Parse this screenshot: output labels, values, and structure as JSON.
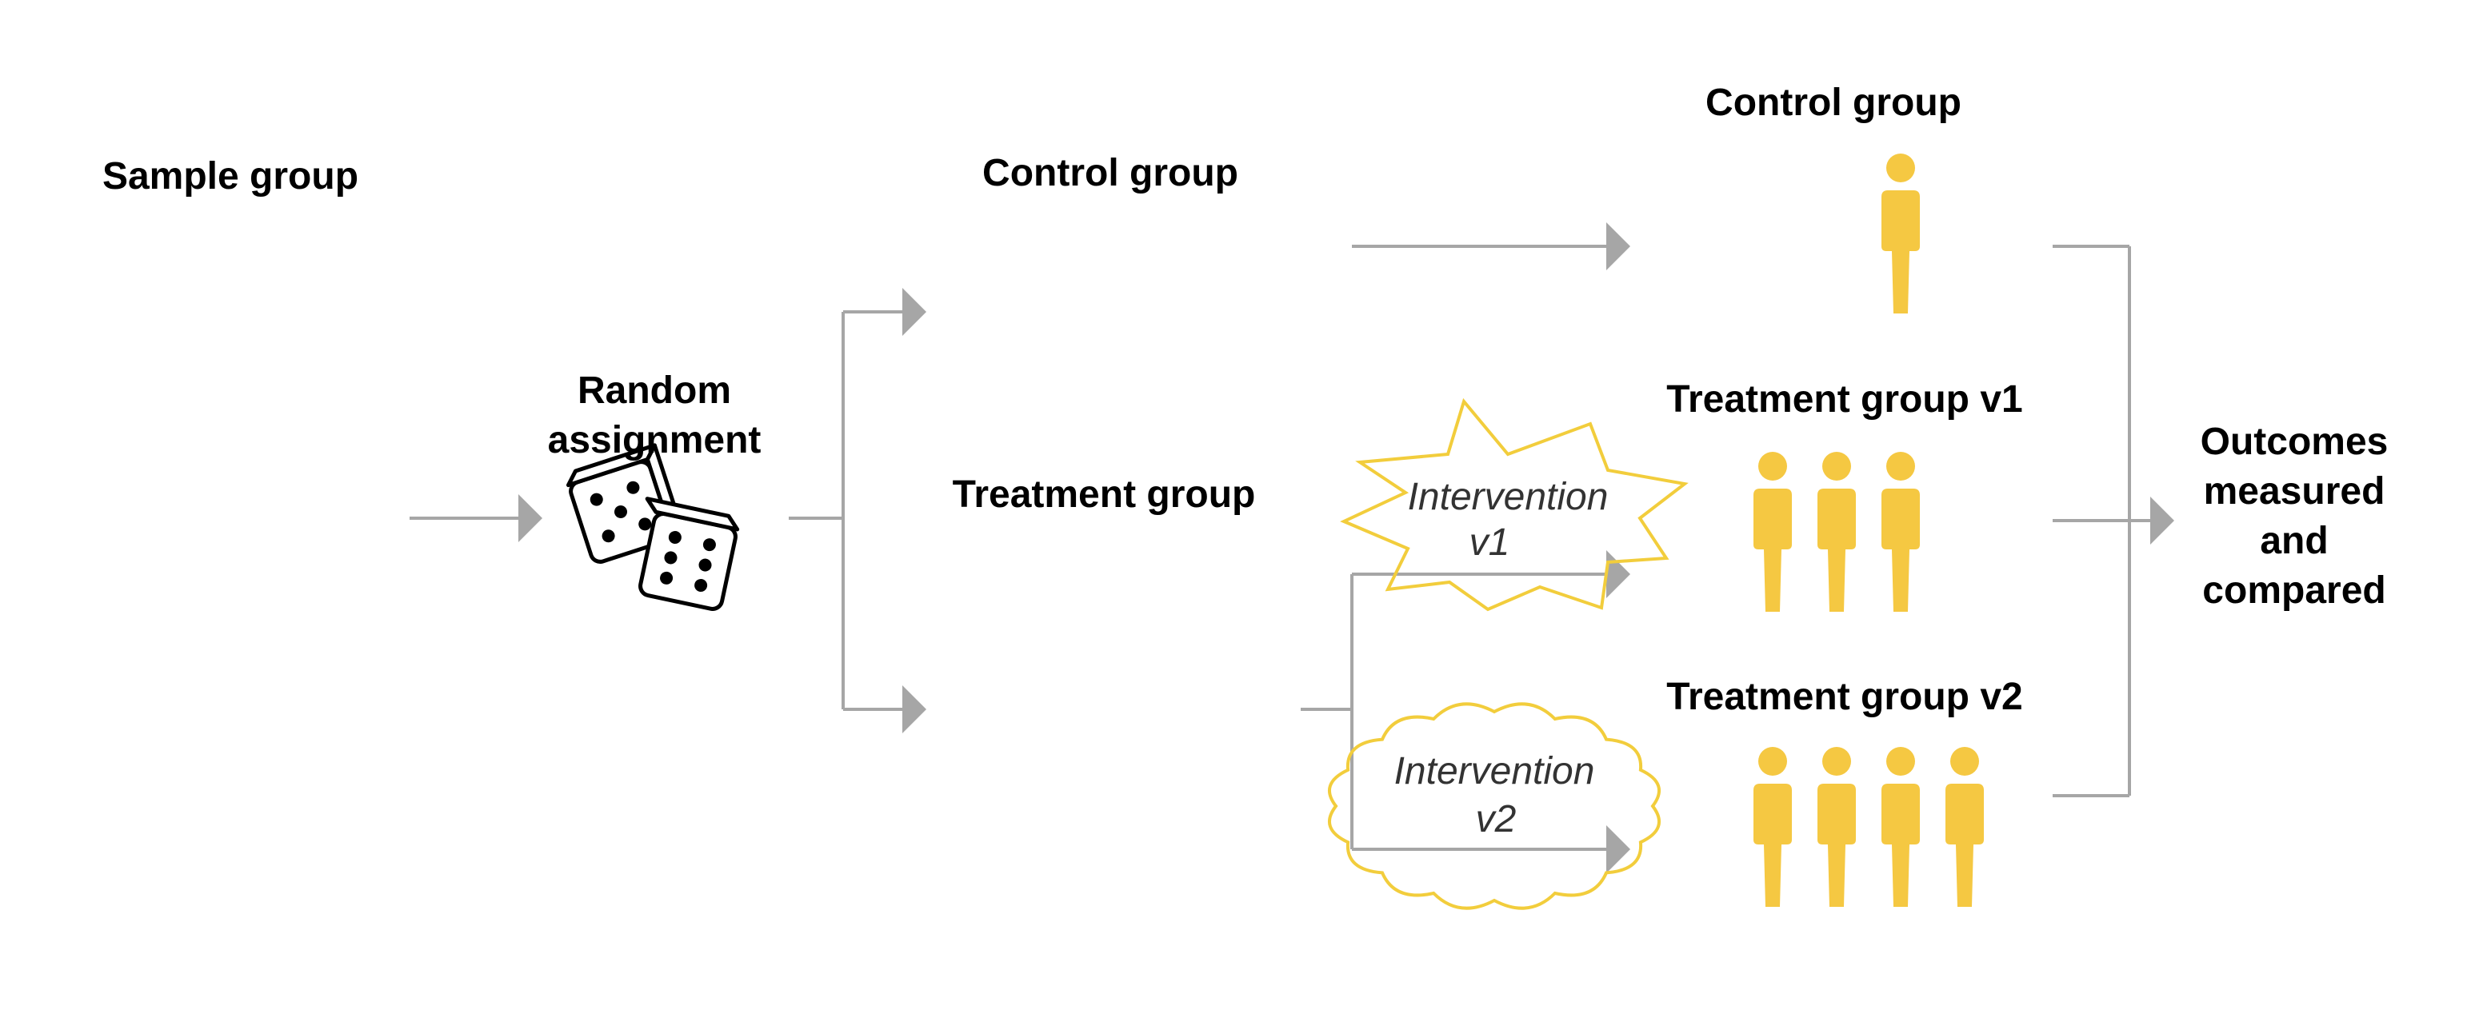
{
  "labels": {
    "sample_group": "Sample group",
    "random_assignment_line1": "Random",
    "random_assignment_line2": "assignment",
    "control_group_mid": "Control group",
    "treatment_group_mid": "Treatment group",
    "control_group_right": "Control group",
    "treatment_group_v1": "Treatment group v1",
    "treatment_group_v2": "Treatment group v2",
    "intervention_v1_line1": "Intervention",
    "intervention_v1_line2": "v1",
    "intervention_v2_line1": "Intervention",
    "intervention_v2_line2": "v2",
    "outcomes_line1": "Outcomes",
    "outcomes_line2": "measured",
    "outcomes_line3": "and",
    "outcomes_line4": "compared"
  },
  "colors": {
    "person_outline": "#000000",
    "person_empty_fill": "#ffffff",
    "person_highlight_fill": "#f5c842",
    "intervention_outline": "#f2cd3c",
    "connector": "#a6a6a6"
  },
  "groups": {
    "sample_row1": [
      false,
      false,
      false,
      false,
      false
    ],
    "sample_row2": [
      false,
      false,
      false,
      false,
      false
    ],
    "sample_row3": [
      false,
      false,
      false,
      false,
      false
    ],
    "control_mid": [
      false,
      false,
      false,
      false,
      false
    ],
    "treatment_mid_row1": [
      false,
      false,
      false,
      false,
      false
    ],
    "treatment_mid_row2": [
      false,
      false,
      false,
      false,
      false
    ],
    "control_right": [
      false,
      false,
      false,
      true,
      false
    ],
    "treatment_v1": [
      false,
      true,
      true,
      true,
      false
    ],
    "treatment_v2": [
      false,
      true,
      true,
      true,
      true
    ]
  },
  "icons": {
    "person": "person-icon",
    "dice": "dice-icon",
    "intervention_v1_shape": "starburst-shape",
    "intervention_v2_shape": "wavy-cloud-shape"
  }
}
